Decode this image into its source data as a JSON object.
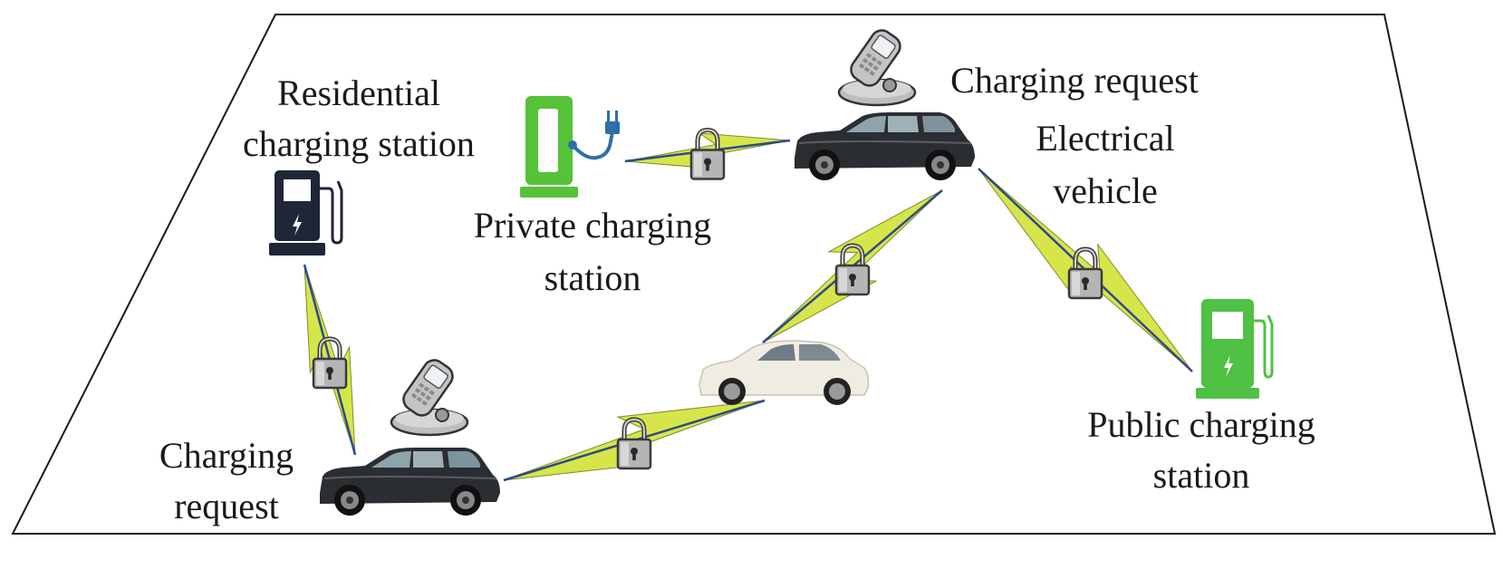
{
  "diagram": {
    "labels": {
      "residential_line1": "Residential",
      "residential_line2": "charging station",
      "private_line1": "Private charging",
      "private_line2": "station",
      "request_top": "Charging request",
      "ev_line1": "Electrical",
      "ev_line2": "vehicle",
      "public_line1": "Public charging",
      "public_line2": "station",
      "request_bottom_line1": "Charging",
      "request_bottom_line2": "request"
    },
    "colors": {
      "frame": "#1a1a1a",
      "link_line": "#2e4a8c",
      "bolt": "#d6e64a",
      "private_station": "#56c23a",
      "residential_station": "#1e2638",
      "public_station": "#4fc144",
      "dark_car": "#2a2d31",
      "white_car": "#f1ece2",
      "lock": "#b5b5b5",
      "phone": "#c4c4c4"
    },
    "icons": [
      "residential-charger-icon",
      "private-charger-icon",
      "public-charger-icon",
      "dark-car-icon",
      "white-car-icon",
      "phone-icon",
      "lock-icon",
      "lightning-link-icon"
    ]
  }
}
